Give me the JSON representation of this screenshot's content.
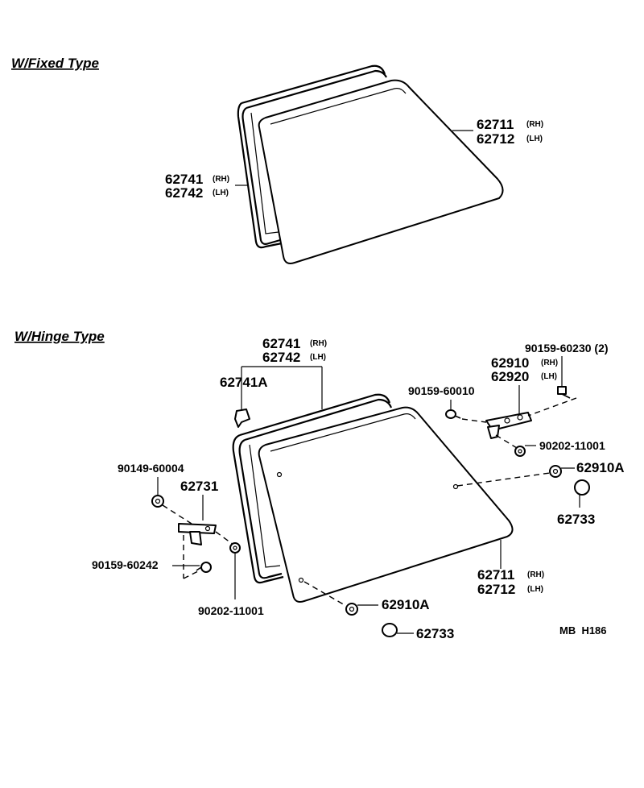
{
  "sections": {
    "fixed": {
      "title": "W/Fixed Type"
    },
    "hinge": {
      "title": "W/Hinge Type"
    }
  },
  "fixed": {
    "glass_rh": "62711",
    "glass_rh_side": "(RH)",
    "glass_lh": "62712",
    "glass_lh_side": "(LH)",
    "seal_rh": "62741",
    "seal_rh_side": "(RH)",
    "seal_lh": "62742",
    "seal_lh_side": "(LH)"
  },
  "hinge": {
    "seal_rh": "62741",
    "seal_rh_side": "(RH)",
    "seal_lh": "62742",
    "seal_lh_side": "(LH)",
    "clip": "62741A",
    "bolt_top": "90159-60230 (2)",
    "hinge_rh": "62910",
    "hinge_rh_side": "(RH)",
    "hinge_lh": "62920",
    "hinge_lh_side": "(LH)",
    "screw_upper": "90159-60010",
    "washer_upper": "90202-11001",
    "cushion_upper": "62910A",
    "cap_upper": "62733",
    "nut_left": "90149-60004",
    "latch": "62731",
    "screw_left": "90159-60242",
    "washer_lower": "90202-11001",
    "cushion_lower": "62910A",
    "cap_lower": "62733",
    "glass_rh": "62711",
    "glass_rh_side": "(RH)",
    "glass_lh": "62712",
    "glass_lh_side": "(LH)"
  },
  "footer": {
    "code": "MB  H186"
  }
}
